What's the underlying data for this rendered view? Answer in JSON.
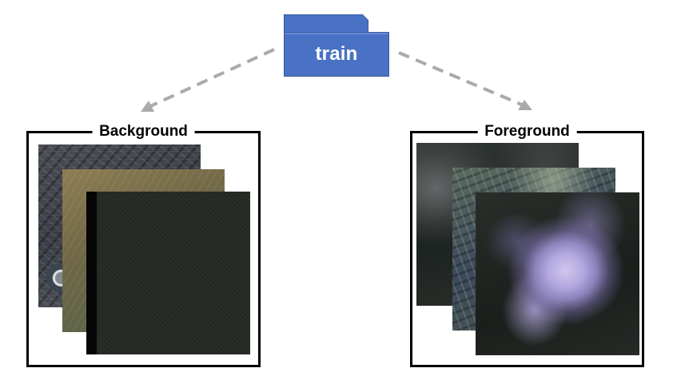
{
  "folder": {
    "label": "train",
    "icon": "folder-icon",
    "color": "#4a72c4"
  },
  "groups": {
    "background": {
      "title": "Background"
    },
    "foreground": {
      "title": "Foreground"
    }
  },
  "arrow_color": "#aaaaaa"
}
